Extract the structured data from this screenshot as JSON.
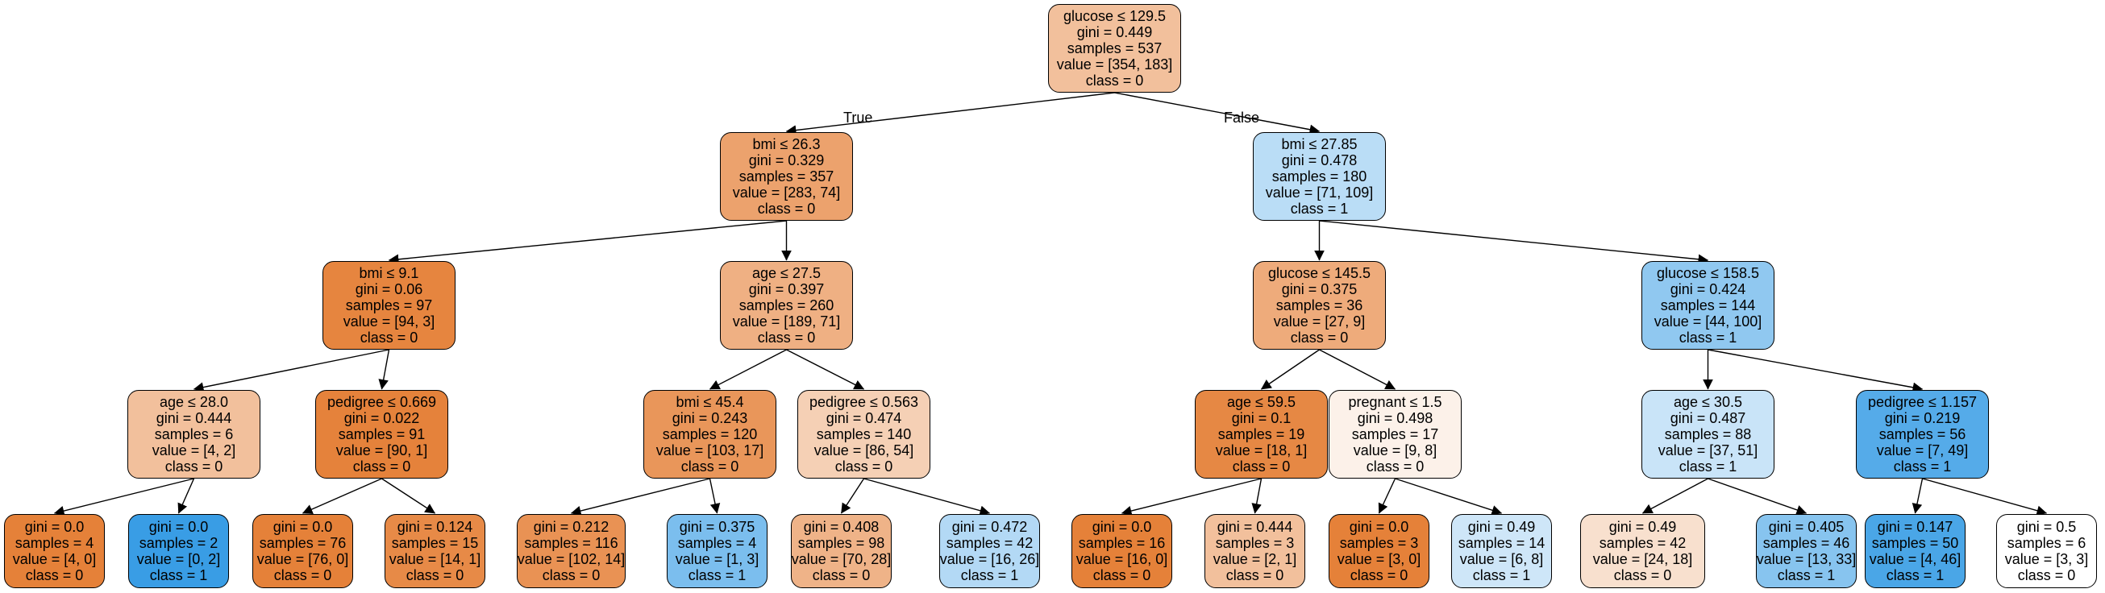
{
  "edge_labels": {
    "true_label": "True",
    "false_label": "False"
  },
  "nodes": [
    {
      "id": "n0",
      "lines": [
        "glucose ≤ 129.5",
        "gini = 0.449",
        "samples = 537",
        "value = [354, 183]",
        "class = 0"
      ],
      "fill": "#f2c09c"
    },
    {
      "id": "n1",
      "lines": [
        "bmi ≤ 26.3",
        "gini = 0.329",
        "samples = 357",
        "value = [283, 74]",
        "class = 0"
      ],
      "fill": "#eca26d"
    },
    {
      "id": "n2",
      "lines": [
        "bmi ≤ 27.85",
        "gini = 0.478",
        "samples = 180",
        "value = [71, 109]",
        "class = 1"
      ],
      "fill": "#baddf6"
    },
    {
      "id": "n3",
      "lines": [
        "bmi ≤ 9.1",
        "gini = 0.06",
        "samples = 97",
        "value = [94, 3]",
        "class = 0"
      ],
      "fill": "#e6853f"
    },
    {
      "id": "n4",
      "lines": [
        "age ≤ 27.5",
        "gini = 0.397",
        "samples = 260",
        "value = [189, 71]",
        "class = 0"
      ],
      "fill": "#efb083"
    },
    {
      "id": "n5",
      "lines": [
        "glucose ≤ 145.5",
        "gini = 0.375",
        "samples = 36",
        "value = [27, 9]",
        "class = 0"
      ],
      "fill": "#eeab7b"
    },
    {
      "id": "n6",
      "lines": [
        "glucose ≤ 158.5",
        "gini = 0.424",
        "samples = 144",
        "value = [44, 100]",
        "class = 1"
      ],
      "fill": "#90c8f0"
    },
    {
      "id": "n7",
      "lines": [
        "age ≤ 28.0",
        "gini = 0.444",
        "samples = 6",
        "value = [4, 2]",
        "class = 0"
      ],
      "fill": "#f2c09c"
    },
    {
      "id": "n8",
      "lines": [
        "pedigree ≤ 0.669",
        "gini = 0.022",
        "samples = 91",
        "value = [90, 1]",
        "class = 0"
      ],
      "fill": "#e5823b"
    },
    {
      "id": "n9",
      "lines": [
        "bmi ≤ 45.4",
        "gini = 0.243",
        "samples = 120",
        "value = [103, 17]",
        "class = 0"
      ],
      "fill": "#e9965a"
    },
    {
      "id": "n10",
      "lines": [
        "pedigree ≤ 0.563",
        "gini = 0.474",
        "samples = 140",
        "value = [86, 54]",
        "class = 0"
      ],
      "fill": "#f5d0b5"
    },
    {
      "id": "n11",
      "lines": [
        "age ≤ 59.5",
        "gini = 0.1",
        "samples = 19",
        "value = [18, 1]",
        "class = 0"
      ],
      "fill": "#e68844"
    },
    {
      "id": "n12",
      "lines": [
        "pregnant ≤ 1.5",
        "gini = 0.498",
        "samples = 17",
        "value = [9, 8]",
        "class = 0"
      ],
      "fill": "#fcf1e9"
    },
    {
      "id": "n13",
      "lines": [
        "age ≤ 30.5",
        "gini = 0.487",
        "samples = 88",
        "value = [37, 51]",
        "class = 1"
      ],
      "fill": "#c9e4f8"
    },
    {
      "id": "n14",
      "lines": [
        "pedigree ≤ 1.157",
        "gini = 0.219",
        "samples = 56",
        "value = [7, 49]",
        "class = 1"
      ],
      "fill": "#55abe9"
    },
    {
      "id": "n15",
      "lines": [
        "gini = 0.0",
        "samples = 4",
        "value = [4, 0]",
        "class = 0"
      ],
      "fill": "#e58139"
    },
    {
      "id": "n16",
      "lines": [
        "gini = 0.0",
        "samples = 2",
        "value = [0, 2]",
        "class = 1"
      ],
      "fill": "#399de5"
    },
    {
      "id": "n17",
      "lines": [
        "gini = 0.0",
        "samples = 76",
        "value = [76, 0]",
        "class = 0"
      ],
      "fill": "#e58139"
    },
    {
      "id": "n18",
      "lines": [
        "gini = 0.124",
        "samples = 15",
        "value = [14, 1]",
        "class = 0"
      ],
      "fill": "#e78a47"
    },
    {
      "id": "n19",
      "lines": [
        "gini = 0.212",
        "samples = 116",
        "value = [102, 14]",
        "class = 0"
      ],
      "fill": "#e99254"
    },
    {
      "id": "n20",
      "lines": [
        "gini = 0.375",
        "samples = 4",
        "value = [1, 3]",
        "class = 1"
      ],
      "fill": "#7bbeee"
    },
    {
      "id": "n21",
      "lines": [
        "gini = 0.408",
        "samples = 98",
        "value = [70, 28]",
        "class = 0"
      ],
      "fill": "#efb388"
    },
    {
      "id": "n22",
      "lines": [
        "gini = 0.472",
        "samples = 42",
        "value = [16, 26]",
        "class = 1"
      ],
      "fill": "#b3d9f5"
    },
    {
      "id": "n23",
      "lines": [
        "gini = 0.0",
        "samples = 16",
        "value = [16, 0]",
        "class = 0"
      ],
      "fill": "#e58139"
    },
    {
      "id": "n24",
      "lines": [
        "gini = 0.444",
        "samples = 3",
        "value = [2, 1]",
        "class = 0"
      ],
      "fill": "#f2c09c"
    },
    {
      "id": "n25",
      "lines": [
        "gini = 0.0",
        "samples = 3",
        "value = [3, 0]",
        "class = 0"
      ],
      "fill": "#e58139"
    },
    {
      "id": "n26",
      "lines": [
        "gini = 0.49",
        "samples = 14",
        "value = [6, 8]",
        "class = 1"
      ],
      "fill": "#cee6f8"
    },
    {
      "id": "n27",
      "lines": [
        "gini = 0.49",
        "samples = 42",
        "value = [24, 18]",
        "class = 0"
      ],
      "fill": "#f8e0ce"
    },
    {
      "id": "n28",
      "lines": [
        "gini = 0.405",
        "samples = 46",
        "value = [13, 33]",
        "class = 1"
      ],
      "fill": "#87c4ef"
    },
    {
      "id": "n29",
      "lines": [
        "gini = 0.147",
        "samples = 50",
        "value = [4, 46]",
        "class = 1"
      ],
      "fill": "#4aa6e7"
    },
    {
      "id": "n30",
      "lines": [
        "gini = 0.5",
        "samples = 6",
        "value = [3, 3]",
        "class = 0"
      ],
      "fill": "#ffffff"
    }
  ],
  "edges": [
    [
      "n0",
      "n1"
    ],
    [
      "n0",
      "n2"
    ],
    [
      "n1",
      "n3"
    ],
    [
      "n1",
      "n4"
    ],
    [
      "n2",
      "n5"
    ],
    [
      "n2",
      "n6"
    ],
    [
      "n3",
      "n7"
    ],
    [
      "n3",
      "n8"
    ],
    [
      "n4",
      "n9"
    ],
    [
      "n4",
      "n10"
    ],
    [
      "n5",
      "n11"
    ],
    [
      "n5",
      "n12"
    ],
    [
      "n6",
      "n13"
    ],
    [
      "n6",
      "n14"
    ],
    [
      "n7",
      "n15"
    ],
    [
      "n7",
      "n16"
    ],
    [
      "n8",
      "n17"
    ],
    [
      "n8",
      "n18"
    ],
    [
      "n9",
      "n19"
    ],
    [
      "n9",
      "n20"
    ],
    [
      "n10",
      "n21"
    ],
    [
      "n10",
      "n22"
    ],
    [
      "n11",
      "n23"
    ],
    [
      "n11",
      "n24"
    ],
    [
      "n12",
      "n25"
    ],
    [
      "n12",
      "n26"
    ],
    [
      "n13",
      "n27"
    ],
    [
      "n13",
      "n28"
    ],
    [
      "n14",
      "n29"
    ],
    [
      "n14",
      "n30"
    ]
  ]
}
